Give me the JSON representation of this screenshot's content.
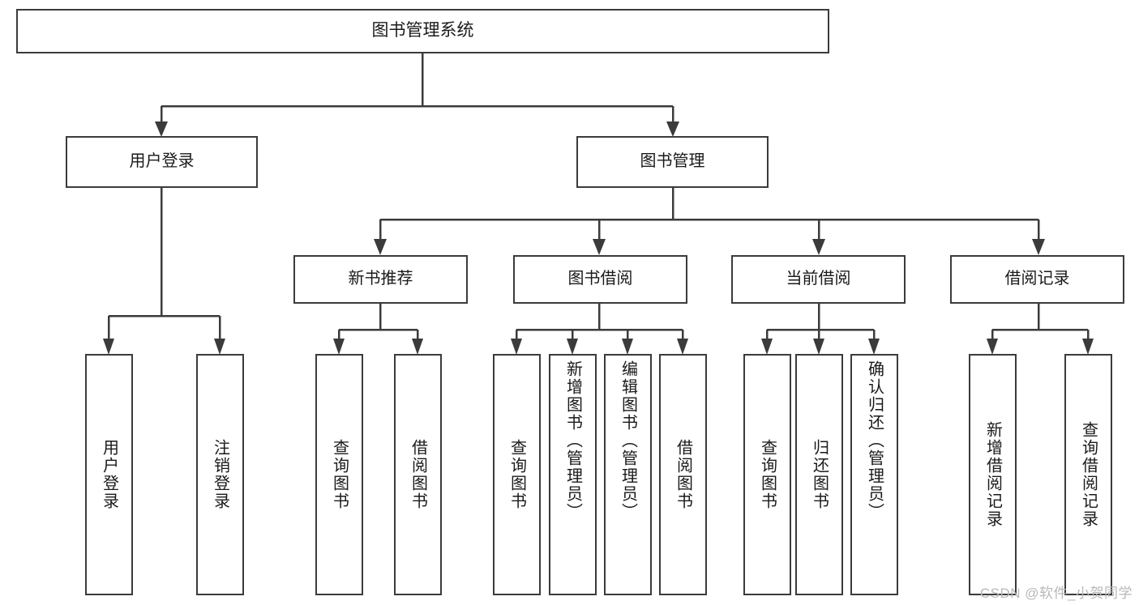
{
  "diagram": {
    "type": "tree",
    "title": "图书管理系统",
    "watermark": "CSDN @软件_小贺同学",
    "nodes": {
      "root": {
        "label": "图书管理系统"
      },
      "level2": [
        {
          "id": "user-login",
          "label": "用户登录"
        },
        {
          "id": "book-manage",
          "label": "图书管理"
        }
      ],
      "level3": [
        {
          "id": "new-book-rec",
          "label": "新书推荐",
          "parent": "book-manage"
        },
        {
          "id": "book-borrow",
          "label": "图书借阅",
          "parent": "book-manage"
        },
        {
          "id": "current-borrow",
          "label": "当前借阅",
          "parent": "book-manage"
        },
        {
          "id": "borrow-record",
          "label": "借阅记录",
          "parent": "book-manage"
        }
      ],
      "leaves": [
        {
          "id": "leaf-user-login",
          "label": "用户登录",
          "parent": "user-login"
        },
        {
          "id": "leaf-user-logout",
          "label": "注销登录",
          "parent": "user-login"
        },
        {
          "id": "leaf-query-book-1",
          "label": "查询图书",
          "parent": "new-book-rec"
        },
        {
          "id": "leaf-borrow-book-1",
          "label": "借阅图书",
          "parent": "new-book-rec"
        },
        {
          "id": "leaf-query-book-2",
          "label": "查询图书",
          "parent": "book-borrow"
        },
        {
          "id": "leaf-add-book",
          "label": "新增图书（管理员）",
          "parent": "book-borrow"
        },
        {
          "id": "leaf-edit-book",
          "label": "编辑图书（管理员）",
          "parent": "book-borrow"
        },
        {
          "id": "leaf-borrow-book-2",
          "label": "借阅图书",
          "parent": "book-borrow"
        },
        {
          "id": "leaf-query-book-3",
          "label": "查询图书",
          "parent": "current-borrow"
        },
        {
          "id": "leaf-return-book",
          "label": "归还图书",
          "parent": "current-borrow"
        },
        {
          "id": "leaf-confirm-return",
          "label": "确认归还（管理员）",
          "parent": "current-borrow"
        },
        {
          "id": "leaf-add-record",
          "label": "新增借阅记录",
          "parent": "borrow-record"
        },
        {
          "id": "leaf-query-record",
          "label": "查询借阅记录",
          "parent": "borrow-record"
        }
      ]
    },
    "colors": {
      "stroke": "#3b3b3b",
      "fill": "#ffffff",
      "text": "#1a1a1a",
      "watermark": "#b8b8b8"
    }
  }
}
